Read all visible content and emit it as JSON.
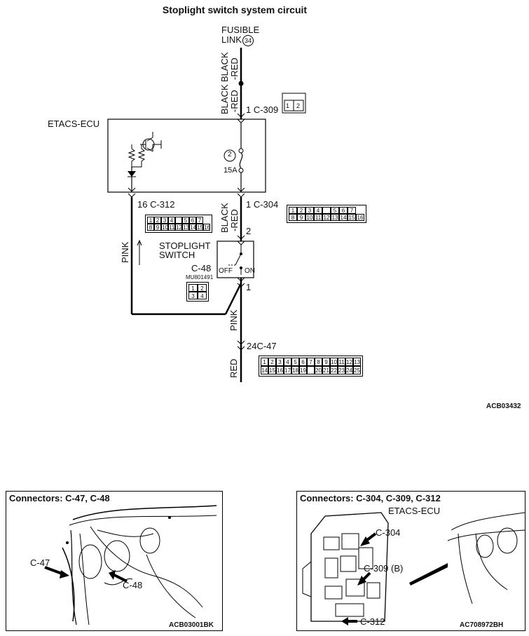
{
  "title": "Stoplight switch  system circuit",
  "fusible_link": {
    "line1": "FUSIBLE",
    "line2": "LINK",
    "number": "34"
  },
  "wire_labels": {
    "black_red_top": "BLACK",
    "black_red_top2": "-RED",
    "black_red_left": "BLACK",
    "black_red_left2": "-RED",
    "black_red_mid": "BLACK",
    "black_red_mid2": "-RED",
    "pink_left": "PINK",
    "pink_bottom": "PINK",
    "red_bottom": "RED"
  },
  "etacs_ecu": {
    "label": "ETACS-ECU",
    "fuse_number": "2",
    "fuse_rating": "15A"
  },
  "pins": {
    "c309": "1  C-309",
    "c304": "1  C-304",
    "c312": "16  C-312",
    "sw_top": "2",
    "sw_bottom": "1",
    "c47": "24C-47"
  },
  "stoplight_switch": {
    "line1": "STOPLIGHT",
    "line2": "SWITCH",
    "off": "OFF",
    "on": "ON"
  },
  "c48": {
    "label": "C-48",
    "part": "MU801491",
    "pins": [
      "1",
      "2",
      "3",
      "4"
    ]
  },
  "c309_pins": [
    "1",
    "2"
  ],
  "c312_pins": [
    "1",
    "2",
    "3",
    "4",
    "",
    "5",
    "6",
    "7",
    "8",
    "9",
    "10",
    "11",
    "12",
    "13",
    "14",
    "15",
    "16"
  ],
  "c304_pins": [
    "1",
    "2",
    "3",
    "4",
    "",
    "5",
    "6",
    "7",
    "8",
    "9",
    "10",
    "11",
    "12",
    "13",
    "14",
    "15",
    "16"
  ],
  "c47_pins_top": [
    "1",
    "2",
    "3",
    "4",
    "5",
    "6",
    "7",
    "8",
    "9",
    "10",
    "11",
    "12",
    "13"
  ],
  "c47_pins_bottom": [
    "14",
    "15",
    "16",
    "17",
    "18",
    "19",
    "",
    "20",
    "21",
    "22",
    "23",
    "24",
    "25"
  ],
  "diagram_code": "ACB03432",
  "panel_left": {
    "title": "Connectors: C-47, C-48",
    "c47": "C-47",
    "c48": "C-48",
    "code": "ACB03001BK"
  },
  "panel_right": {
    "title": "Connectors: C-304, C-309, C-312",
    "ecu": "ETACS-ECU",
    "c304": "C-304",
    "c309": "C-309 (B)",
    "c312": "C-312",
    "code": "AC708972BH"
  }
}
